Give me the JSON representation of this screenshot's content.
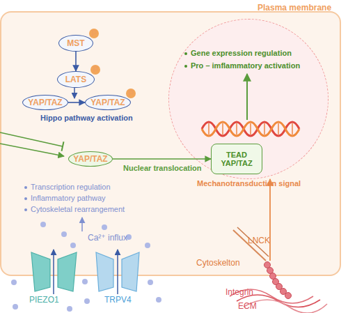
{
  "diagram": {
    "nodes": [
      {
        "text": [
          "Plasma membrane"
        ]
      },
      {
        "text": [
          "MST"
        ],
        "in": 0
      },
      {
        "text": [
          "P"
        ],
        "in": 1
      },
      {
        "text": [
          "LATS"
        ],
        "in": 0
      },
      {
        "text": [
          "P"
        ],
        "in": 3
      },
      {
        "text": [
          "YAP/TAZ"
        ],
        "in": 0
      },
      {
        "text": [
          "YAP/TAZ"
        ],
        "in": 0
      },
      {
        "text": [
          "P"
        ],
        "in": 6
      },
      {
        "text": [
          "YAP/TAZ"
        ],
        "in": 0
      },
      {
        "text": [
          "Gene expression regulation",
          "Pro – imflammatory activation"
        ],
        "in": 0
      },
      {
        "text": [
          "TEAD",
          "YAP/TAZ"
        ],
        "in": 9
      }
    ],
    "edges": [
      {
        "from": 1,
        "to": 3,
        "arrow": "to"
      },
      {
        "from": 5,
        "to": 6,
        "arrow": "to"
      },
      {
        "from": 8,
        "to": 10,
        "arrow": "to",
        "label": "Nuclear translocation"
      }
    ],
    "labels": [
      "Hippo pathway activation",
      "Mechanotransduction signal",
      "Transcription regulation",
      "Inflammatory pathway",
      "Cytoskeletal rearrangement",
      "Ca²⁺ influx",
      "PIEZO1",
      "TRPV4",
      "LNCK",
      "Cytoskelton",
      "Integrin",
      "ECM"
    ]
  }
}
